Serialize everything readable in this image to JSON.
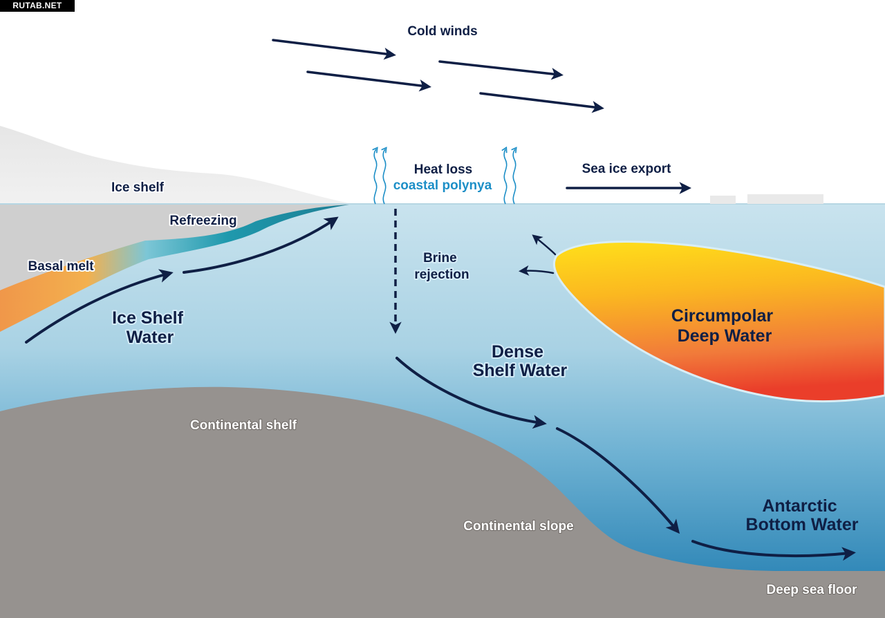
{
  "watermark": "RUTAB.NET",
  "title": "Formation of Antarctic Bottom Water",
  "colors": {
    "arrow": "#0f1f45",
    "heat_loss_accent": "#1d8fc7",
    "ice_shelf": "#ececec",
    "sub_ice": "#cfcfcf",
    "continent": "#96928f",
    "ocean_top": "#c9e3ee",
    "ocean_bottom": "#1e7fb3",
    "cdw_top": "#ffd21a",
    "cdw_bottom": "#ef4a2a",
    "basal_melt": "#f0a04a",
    "refreezing": "#1f93a8"
  },
  "labels": {
    "cold_winds": "Cold winds",
    "heat_loss": "Heat loss",
    "coastal_polynya": "coastal polynya",
    "sea_ice_export": "Sea ice export",
    "ice_shelf": "Ice shelf",
    "refreezing": "Refreezing",
    "basal_melt": "Basal melt",
    "ice_shelf_water": [
      "Ice Shelf",
      "Water"
    ],
    "brine_rejection": [
      "Brine",
      "rejection"
    ],
    "dense_shelf_water": [
      "Dense",
      "Shelf Water"
    ],
    "circumpolar_deep_water": [
      "Circumpolar",
      "Deep Water"
    ],
    "continental_shelf": "Continental shelf",
    "continental_slope": "Continental slope",
    "antarctic_bottom_water": [
      "Antarctic",
      "Bottom Water"
    ],
    "deep_sea_floor": "Deep sea floor"
  },
  "icons": {
    "wind": "arrow-right",
    "heat": "wavy-up-arrow",
    "flow": "curved-arrow"
  }
}
